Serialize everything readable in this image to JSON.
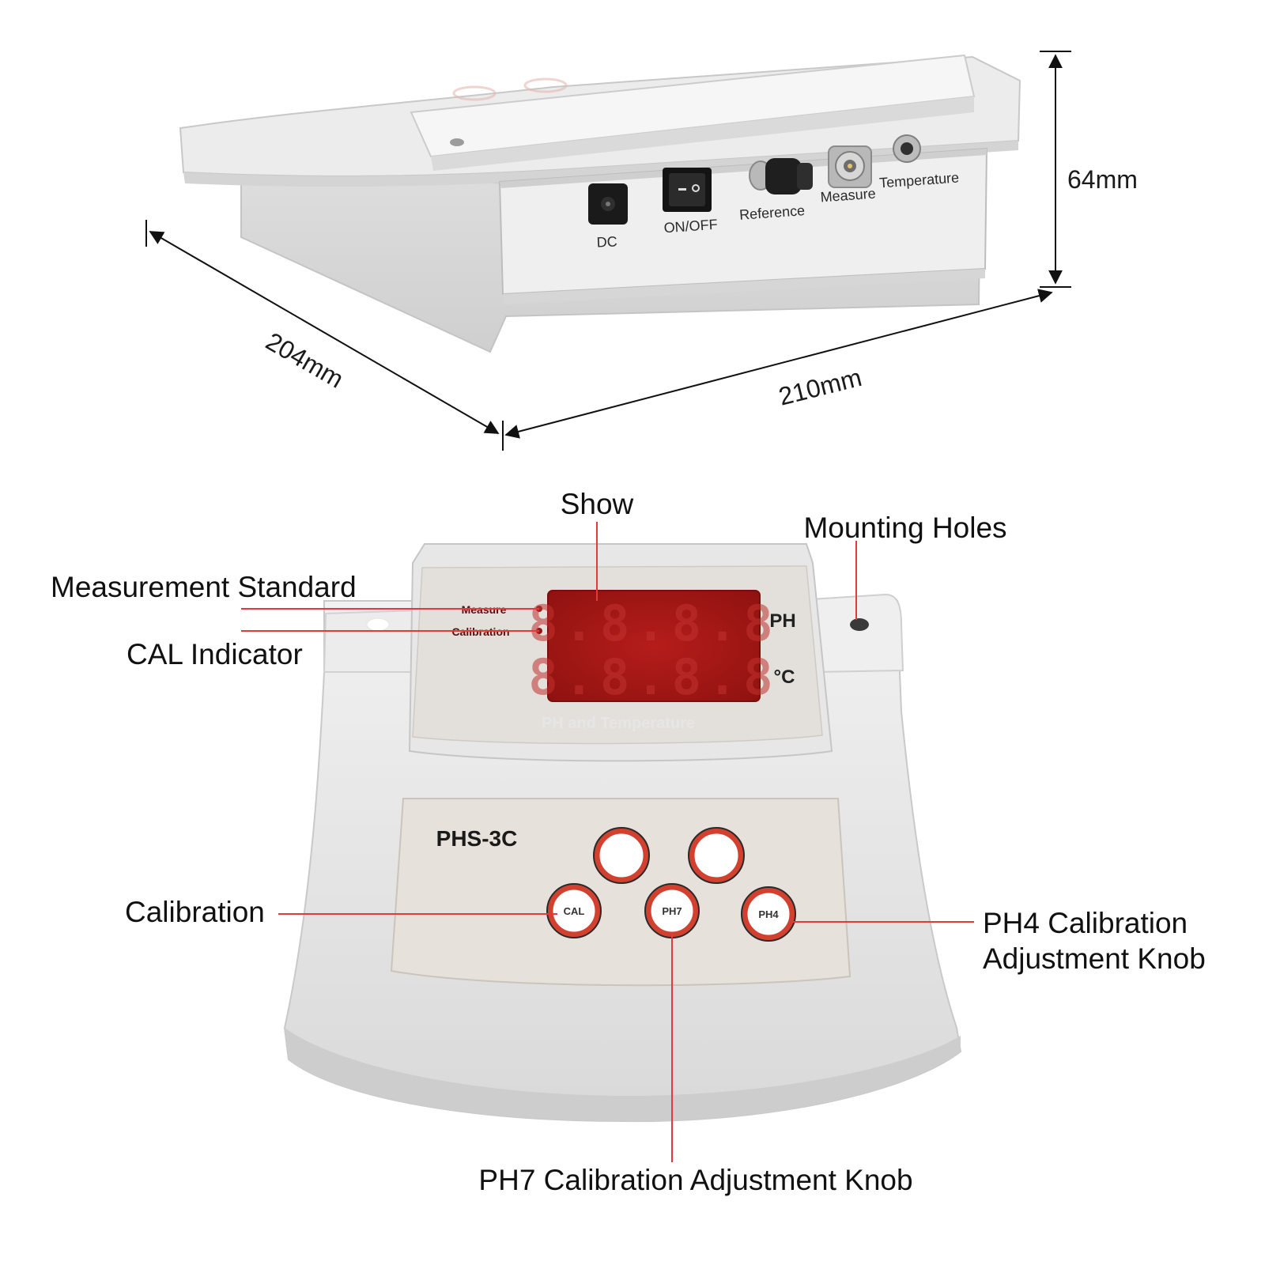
{
  "side_view": {
    "ports": [
      "DC",
      "ON/OFF",
      "Reference",
      "Measure",
      "Temperature"
    ],
    "dimensions": {
      "height": "64mm",
      "depth": "204mm",
      "width": "210mm"
    }
  },
  "front_view": {
    "display": {
      "indicator_measure": "Measure",
      "indicator_calibration": "Calibration",
      "unit_ph": "PH",
      "unit_temp": "°C",
      "display_caption": "PH and Temperature",
      "digits_top": "8.8.8.8",
      "digits_bottom": "8.8.8.8"
    },
    "model": "PHS-3C",
    "buttons": {
      "cal": "CAL",
      "ph7": "PH7",
      "ph4": "PH4"
    }
  },
  "callouts": {
    "show": "Show",
    "mounting_holes": "Mounting Holes",
    "measurement_standard": "Measurement Standard",
    "cal_indicator": "CAL Indicator",
    "calibration": "Calibration",
    "ph4_line1": "PH4 Calibration",
    "ph4_line2": "Adjustment Knob",
    "ph7": "PH7 Calibration Adjustment Knob"
  },
  "colors": {
    "callout_line": "#e23b3b",
    "device_body": "#e4e4e4",
    "display_red": "#a81715"
  }
}
